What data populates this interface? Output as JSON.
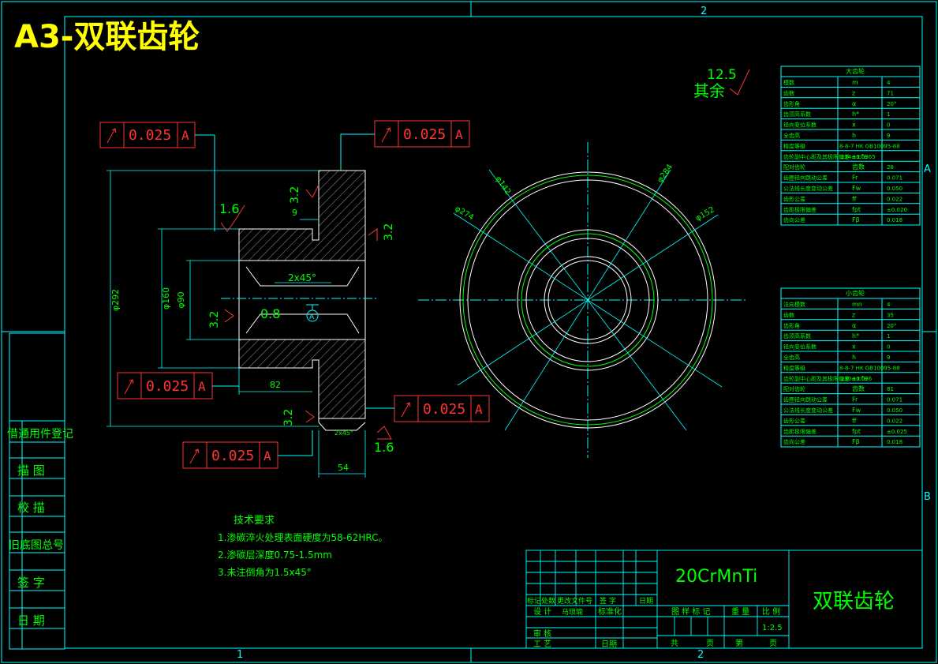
{
  "title": "A3-双联齿轮",
  "zone_numbers": {
    "top_left": "2",
    "bottom_left": "1",
    "bottom_right": "2",
    "right_top": "A",
    "right_bottom": "B"
  },
  "roughness": {
    "default_value": "12.5",
    "default_label": "其余",
    "v_3_2_a": "3.2",
    "v_3_2_b": "3.2",
    "v_3_2_c": "3.2",
    "v_3_2_d": "3.2",
    "v_1_6_a": "1.6",
    "v_1_6_b": "1.6",
    "v_0_8": "0.8"
  },
  "tolerance_frames": [
    {
      "value": "0.025",
      "datum": "A"
    },
    {
      "value": "0.025",
      "datum": "A"
    },
    {
      "value": "0.025",
      "datum": "A"
    },
    {
      "value": "0.025",
      "datum": "A"
    },
    {
      "value": "0.025",
      "datum": "A"
    }
  ],
  "datum_marker": "A",
  "dimensions": {
    "d292": "φ292",
    "d160": "φ160",
    "d90": "φ90",
    "len82": "82",
    "len54": "54",
    "len9": "9",
    "chamfer_a": "2x45°",
    "chamfer_b": "2x45°"
  },
  "circle_labels": {
    "c142": "φ142",
    "c284": "φ284",
    "c274": "φ274",
    "c152": "φ152"
  },
  "big_gear_table": {
    "title": "大齿轮",
    "rows": [
      [
        "模数",
        "m",
        "4"
      ],
      [
        "齿数",
        "z",
        "71"
      ],
      [
        "齿形角",
        "α",
        "20°"
      ],
      [
        "齿顶高系数",
        "h*",
        "1"
      ],
      [
        "径向变位系数",
        "x",
        "0"
      ],
      [
        "全齿高",
        "h",
        "9"
      ],
      [
        "精度等级",
        "",
        "8-8-7 HK GB10095-88"
      ],
      [
        "齿轮副中心距及其极限偏差",
        "a±fa",
        "224±0.0365"
      ],
      [
        "配对齿轮",
        "齿数",
        "28"
      ],
      [
        "齿圈径向跳动公差",
        "Fr",
        "0.071"
      ],
      [
        "公法线长度变动公差",
        "Fw",
        "0.050"
      ],
      [
        "齿形公差",
        "ff",
        "0.022"
      ],
      [
        "齿距极限偏差",
        "fpt",
        "±0.020"
      ],
      [
        "齿向公差",
        "Fβ",
        "0.018"
      ]
    ]
  },
  "small_gear_table": {
    "title": "小齿轮",
    "rows": [
      [
        "法向模数",
        "mn",
        "4"
      ],
      [
        "齿数",
        "z",
        "35"
      ],
      [
        "齿形角",
        "α",
        "20°"
      ],
      [
        "齿顶高系数",
        "h*",
        "1"
      ],
      [
        "径向变位系数",
        "x",
        "0"
      ],
      [
        "全齿高",
        "h",
        "9"
      ],
      [
        "精度等级",
        "",
        "8-8-7 HK GB10095-88"
      ],
      [
        "齿轮副中心距及其极限偏差",
        "a±fa",
        "230±0.036"
      ],
      [
        "配对齿轮",
        "齿数",
        "81"
      ],
      [
        "齿圈径向跳动公差",
        "Fr",
        "0.071"
      ],
      [
        "公法线长度变动公差",
        "Fw",
        "0.050"
      ],
      [
        "齿形公差",
        "ff",
        "0.022"
      ],
      [
        "齿距极限偏差",
        "fpt",
        "±0.025"
      ],
      [
        "齿向公差",
        "Fβ",
        "0.018"
      ]
    ]
  },
  "tech_requirements": {
    "heading": "技术要求",
    "items": [
      "1.渗碳淬火处理表面硬度为58-62HRC。",
      "2.渗碳层深度0.75-1.5mm",
      "3.未注倒角为1.5x45°"
    ]
  },
  "side_panel": {
    "items": [
      "借通用件登记",
      "描  图",
      "校  描",
      "旧底图总号",
      "签  字",
      "日  期"
    ]
  },
  "title_block": {
    "material": "20CrMnTi",
    "part_name": "双联齿轮",
    "col_headers": [
      "标记",
      "处数",
      "更改文件号",
      "签 字",
      "日期"
    ],
    "design_label": "设 计",
    "designer": "马琐瑜",
    "standard_label": "标准化",
    "review_label": "审 核",
    "process_label": "工 艺",
    "date_label": "日期",
    "stage_label": "图 样 标 记",
    "weight_label": "重 量",
    "scale_label": "比 例",
    "scale_value": "1:2.5",
    "total_label": "共",
    "sheet_label": "页",
    "page_label": "第",
    "page_suffix": "页"
  },
  "colors": {
    "frame": "#00ffff",
    "dim": "#00ffff",
    "label": "#00ff00",
    "title": "#ffff00",
    "tol": "#ff3333",
    "part": "#ffffff"
  }
}
